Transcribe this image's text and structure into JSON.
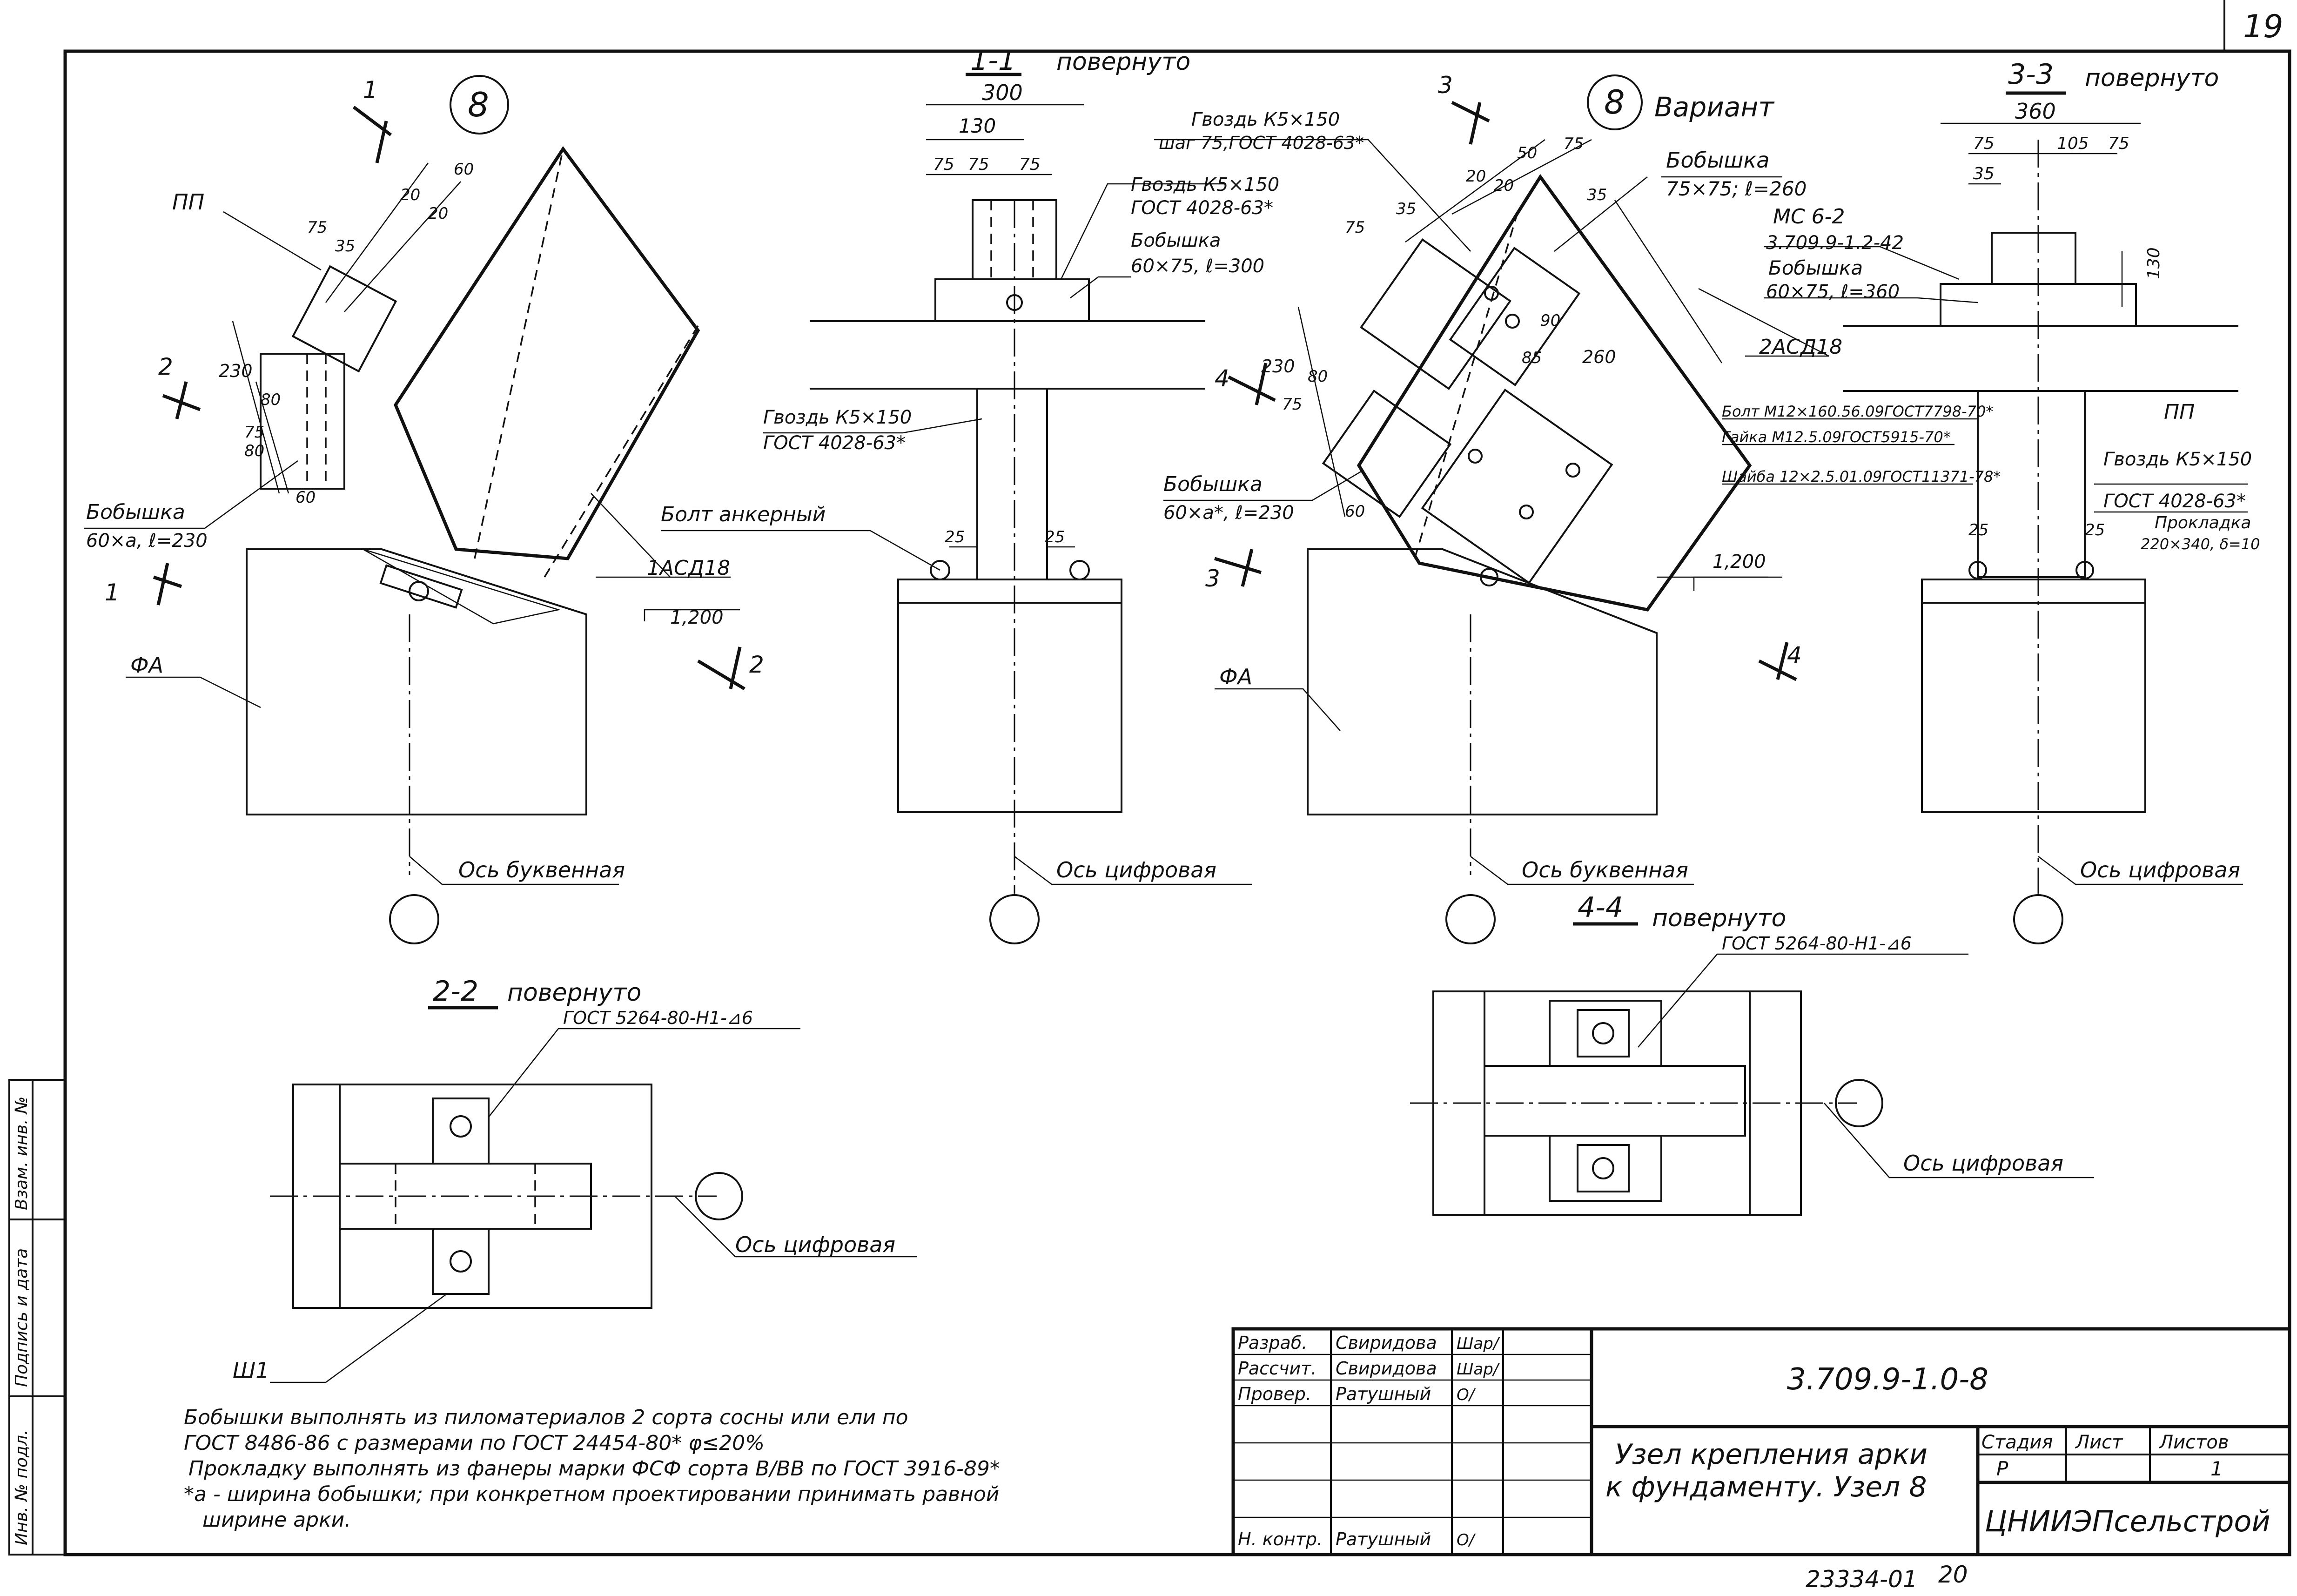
{
  "sheet": {
    "page_number": "19",
    "stamp_number": "23334-01",
    "stamp_page": "20"
  },
  "views": {
    "node_8": "8",
    "node_8_variant_circle": "8",
    "variant_label": "Вариант",
    "section_1_1": "1-1",
    "section_1_1_note": "повернуто",
    "section_2_2": "2-2",
    "section_2_2_note": "повернуто",
    "section_3_3": "3-3",
    "section_3_3_note": "повернуто",
    "section_4_4": "4-4",
    "section_4_4_note": "повернуто",
    "cut_marks": [
      "1",
      "1",
      "2",
      "2",
      "3",
      "3",
      "4",
      "4"
    ]
  },
  "labels": {
    "pp": "ПП",
    "fa_left": "ФА",
    "fa_right": "ФА",
    "asd18_left": "1АСД18",
    "asd18_right": "2АСД18",
    "elev_left": "1,200",
    "elev_right": "1,200",
    "boss_left_1": "Бобышка",
    "boss_left_2": "60×a, ℓ=230",
    "nail_s11_top_1": "Гвоздь К5×150",
    "nail_s11_top_2": "ГОСТ 4028-63*",
    "boss_s11_1": "Бобышка",
    "boss_s11_2": "60×75, ℓ=300",
    "nail_s11_mid_1": "Гвоздь К5×150",
    "nail_s11_mid_2": "ГОСТ 4028-63*",
    "anchor_bolt": "Болт анкерный",
    "nail_var_1": "Гвоздь К5×150",
    "nail_var_2": "шаг 75,ГОСТ 4028-63*",
    "boss_var_1": "Бобышка",
    "boss_var_2": "75×75; ℓ=260",
    "boss_var_low_1": "Бобышка",
    "boss_var_low_2": "60×a*, ℓ=230",
    "ms_1": "МС 6-2",
    "ms_2": "3.709.9-1.2-42",
    "boss_s33_1": "Бобышка",
    "boss_s33_2": "60×75, ℓ=360",
    "bolt_s33": "Болт М12×160.56.09ГОСТ7798-70*",
    "nut_s33": "Гайка М12.5.09ГОСТ5915-70*",
    "washer_s33": "Шайба 12×2.5.01.09ГОСТ11371-78*",
    "nail_s33_1": "Гвоздь К5×150",
    "nail_s33_2": "ГОСТ 4028-63*",
    "gasket_1": "Прокладка",
    "gasket_2": "220×340, δ=10",
    "pp_s33": "ПП",
    "axis_letter_left": "Ось буквенная",
    "axis_digit_1": "Ось цифровая",
    "axis_letter_right": "Ось буквенная",
    "axis_digit_2": "Ось цифровая",
    "axis_digit_s22": "Ось цифровая",
    "axis_digit_s44": "Ось цифровая",
    "weld_s22": "ГОСТ 5264-80-Н1-⊿6",
    "weld_s44": "ГОСТ 5264-80-Н1-⊿6",
    "sh1": "Ш1"
  },
  "dims": {
    "n8_60a": "60",
    "n8_20a": "20",
    "n8_20b": "20",
    "n8_75": "75",
    "n8_35": "35",
    "n8_230": "230",
    "n8_80": "80",
    "n8_75b": "75",
    "n8_80b": "80",
    "n8_60b": "60",
    "s11_300": "300",
    "s11_130": "130",
    "s11_75a": "75",
    "s11_75b": "75",
    "s11_75c": "75",
    "s11_25a": "25",
    "s11_25b": "25",
    "v_50": "50",
    "v_75a": "75",
    "v_20a": "20",
    "v_20b": "20",
    "v_35a": "35",
    "v_75b": "75",
    "v_35b": "35",
    "v_90": "90",
    "v_85": "85",
    "v_260": "260",
    "v_230": "230",
    "v_80": "80",
    "v_75c": "75",
    "v_60": "60",
    "s33_360": "360",
    "s33_75a": "75",
    "s33_105": "105",
    "s33_75b": "75",
    "s33_35": "35",
    "s33_130": "130",
    "s33_25a": "25",
    "s33_25b": "25"
  },
  "notes": [
    "Бобышки выполнять из пиломатериалов 2 сорта сосны или ели по",
    "ГОСТ 8486-86  с размерами по ГОСТ 24454-80*  φ≤20%",
    "Прокладку выполнять из фанеры марки ФСФ сорта В/ВВ по ГОСТ 3916-89*",
    "*a - ширина бобышки; при конкретном проектировании принимать равной",
    "ширине арки."
  ],
  "side_stamp": [
    "Инв. № подл.",
    "Подпись и дата",
    "Взам. инв. №"
  ],
  "title_block": {
    "doc_code": "3.709.9-1.0-8",
    "title_line1": "Узел крепления арки",
    "title_line2": "к фундаменту. Узел 8",
    "org": "ЦНИИЭПсельстрой",
    "stage_h": "Стадия",
    "sheet_h": "Лист",
    "sheets_h": "Листов",
    "stage": "Р",
    "sheet": "",
    "sheets": "1",
    "roles": [
      {
        "role": "Разраб.",
        "name": "Свиридова",
        "sign": "Шар/"
      },
      {
        "role": "Рассчит.",
        "name": "Свиридова",
        "sign": "Шар/"
      },
      {
        "role": "Провер.",
        "name": "Ратушный",
        "sign": "О/"
      },
      {
        "role": "",
        "name": "",
        "sign": ""
      },
      {
        "role": "",
        "name": "",
        "sign": ""
      },
      {
        "role": "",
        "name": "",
        "sign": ""
      },
      {
        "role": "Н. контр.",
        "name": "Ратушный",
        "sign": "О/"
      }
    ]
  }
}
